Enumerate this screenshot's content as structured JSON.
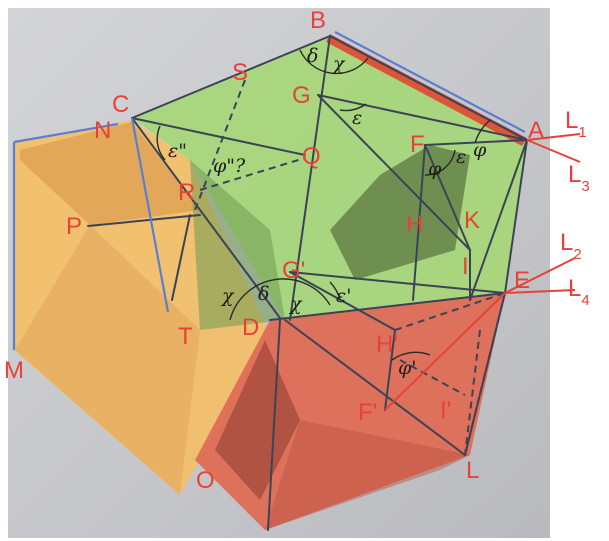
{
  "colors": {
    "photo_background": "#c8c9cd",
    "face_green": "#a7d67a",
    "face_orange": "#f2c06a",
    "face_red": "#df6d55",
    "edge_dark": "#3b4356",
    "edge_blue": "#5b7fd0",
    "label_red": "#e8413a",
    "angle_text": "#1d1d1d"
  },
  "point_labels": {
    "B": "B",
    "S": "S",
    "G": "G",
    "C": "C",
    "N": "N",
    "Q": "Q",
    "F": "F",
    "A": "A",
    "P": "P",
    "R": "R",
    "H": "H",
    "K": "K",
    "I": "I",
    "G2": "G'",
    "E": "E",
    "M": "M",
    "T": "T",
    "D": "D",
    "H2": "H'",
    "F2": "F'",
    "I2": "I'",
    "L": "L",
    "O": "O"
  },
  "line_labels": {
    "L1": {
      "main": "L",
      "sub": "1"
    },
    "L2": {
      "main": "L",
      "sub": "2"
    },
    "L3": {
      "main": "L",
      "sub": "3"
    },
    "L4": {
      "main": "L",
      "sub": "4"
    }
  },
  "angle_labels": {
    "delta_b": "δ",
    "chi_b": "χ",
    "eps_g": "ε",
    "eps_c": "ε\"",
    "phi_q": "φ\"?",
    "phi_f": "φ",
    "eps_f": "ε",
    "phi_a": "φ",
    "chi_d_left": "χ",
    "delta_d": "δ",
    "chi_d_right": "χ",
    "eps_g2": "ε'",
    "phi_f2": "φ'"
  }
}
